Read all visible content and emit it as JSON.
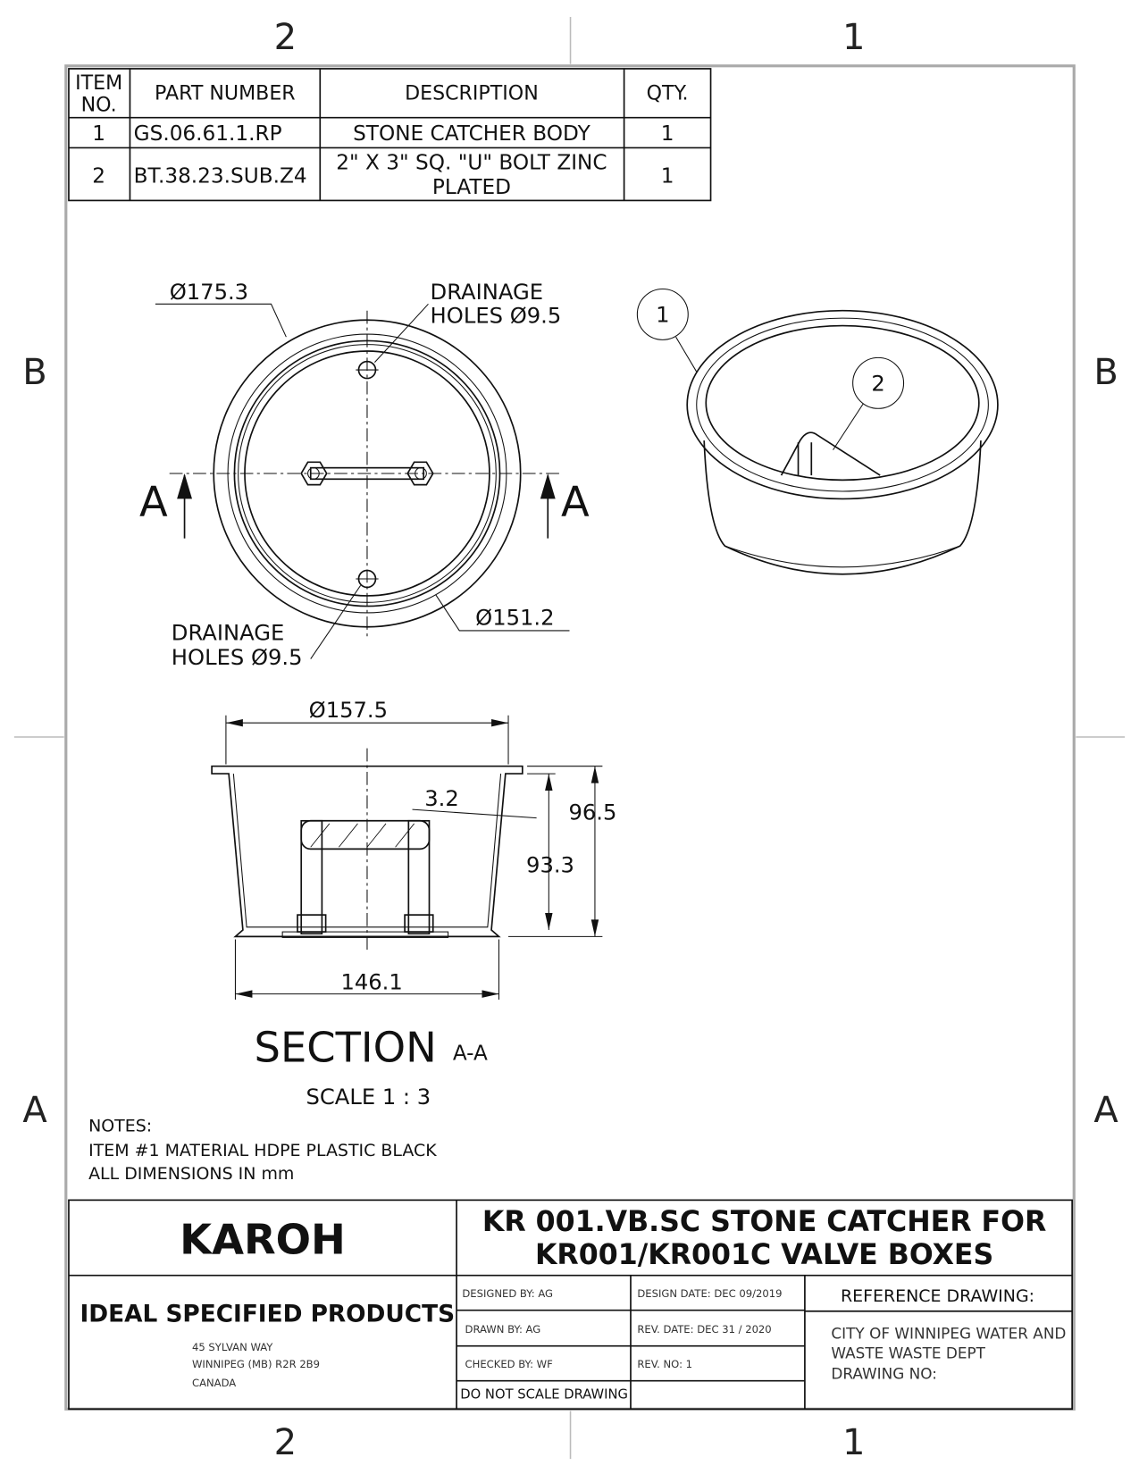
{
  "zones": {
    "top_left": "2",
    "top_right": "1",
    "bottom_left": "2",
    "bottom_right": "1",
    "left_upper": "B",
    "right_upper": "B",
    "left_lower": "A",
    "right_lower": "A"
  },
  "bom": {
    "headers": {
      "item_line1": "ITEM",
      "item_line2": "NO.",
      "part": "PART NUMBER",
      "desc": "DESCRIPTION",
      "qty": "QTY."
    },
    "rows": [
      {
        "item": "1",
        "part": "GS.06.61.1.RP",
        "desc_line1": "STONE CATCHER BODY",
        "desc_line2": "",
        "qty": "1"
      },
      {
        "item": "2",
        "part": "BT.38.23.SUB.Z4",
        "desc_line1": "2\" X 3\" SQ. \"U\" BOLT ZINC",
        "desc_line2": "PLATED",
        "qty": "1"
      }
    ]
  },
  "top_view": {
    "dia_outer": "Ø175.3",
    "dia_inner": "Ø151.2",
    "drain_top_line1": "DRAINAGE",
    "drain_top_line2": "HOLES Ø9.5",
    "drain_bottom_line1": "DRAINAGE",
    "drain_bottom_line2": "HOLES Ø9.5",
    "section_left": "A",
    "section_right": "A"
  },
  "section_view": {
    "dia_top": "Ø157.5",
    "wall": "3.2",
    "height_outer": "96.5",
    "height_inner": "93.3",
    "bottom_width": "146.1",
    "title": "SECTION",
    "title_suffix": "A-A",
    "scale": "SCALE 1 : 3"
  },
  "iso_view": {
    "balloon_1": "1",
    "balloon_2": "2"
  },
  "notes": {
    "heading": "NOTES:",
    "line1": "ITEM #1 MATERIAL HDPE PLASTIC BLACK",
    "line2": "ALL DIMENSIONS IN mm"
  },
  "title_block": {
    "company": "KAROH",
    "division": "IDEAL SPECIFIED PRODUCTS",
    "address1": "45 SYLVAN WAY",
    "address2": "WINNIPEG (MB) R2R 2B9",
    "address3": "CANADA",
    "title_line1": "KR 001.VB.SC STONE CATCHER FOR",
    "title_line2": "KR001/KR001C VALVE BOXES",
    "designed_by": "DESIGNED BY:   AG",
    "design_date": "DESIGN DATE:   DEC 09/2019",
    "drawn_by": "DRAWN BY:   AG",
    "rev_date": "REV. DATE:   DEC 31 / 2020",
    "checked_by": "CHECKED BY:   WF",
    "rev_no": "REV. NO:   1",
    "do_not_scale": "DO NOT SCALE DRAWING",
    "reference_label": "REFERENCE DRAWING:",
    "reference_line1": "CITY OF WINNIPEG WATER AND",
    "reference_line2": "WASTE WASTE DEPT",
    "reference_line3": "DRAWING NO:"
  }
}
